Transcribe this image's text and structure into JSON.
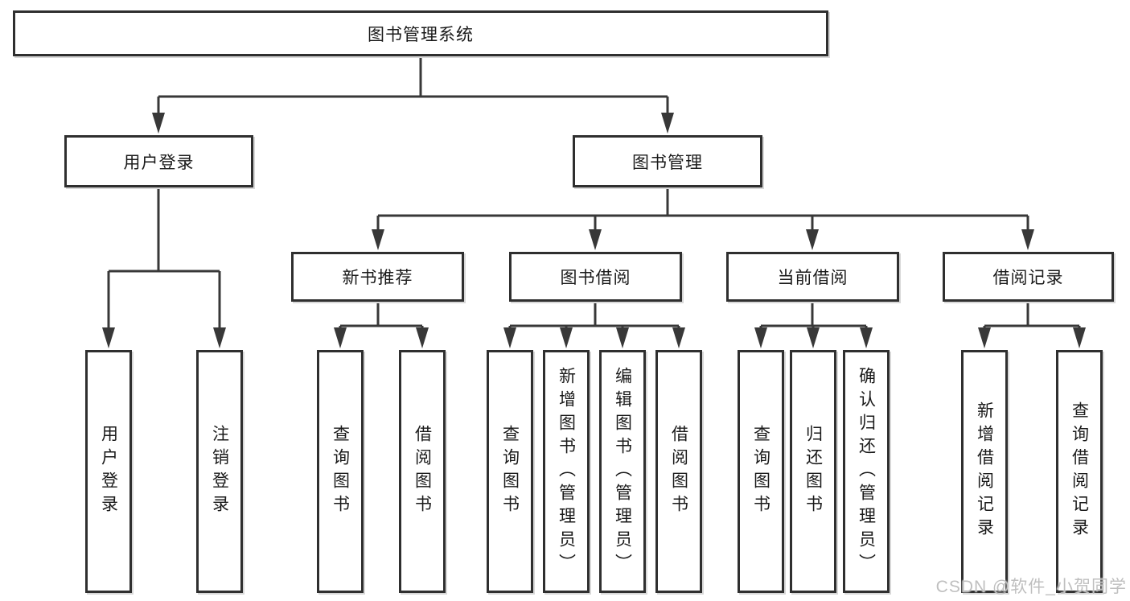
{
  "diagram": {
    "title": "图书管理系统",
    "root": {
      "label": "图书管理系统"
    },
    "level2": [
      {
        "label": "用户登录"
      },
      {
        "label": "图书管理"
      }
    ],
    "level3": [
      {
        "label": "新书推荐"
      },
      {
        "label": "图书借阅"
      },
      {
        "label": "当前借阅"
      },
      {
        "label": "借阅记录"
      }
    ],
    "leaves": [
      {
        "group": "用户登录",
        "label": "用户登录"
      },
      {
        "group": "用户登录",
        "label": "注销登录"
      },
      {
        "group": "新书推荐",
        "label": "查询图书"
      },
      {
        "group": "新书推荐",
        "label": "借阅图书"
      },
      {
        "group": "图书借阅",
        "label": "查询图书"
      },
      {
        "group": "图书借阅",
        "label": "新增图书（管理员）"
      },
      {
        "group": "图书借阅",
        "label": "编辑图书（管理员）"
      },
      {
        "group": "图书借阅",
        "label": "借阅图书"
      },
      {
        "group": "当前借阅",
        "label": "查询图书"
      },
      {
        "group": "当前借阅",
        "label": "归还图书"
      },
      {
        "group": "当前借阅",
        "label": "确认归还（管理员）"
      },
      {
        "group": "借阅记录",
        "label": "新增借阅记录"
      },
      {
        "group": "借阅记录",
        "label": "查询借阅记录"
      }
    ],
    "colors": {
      "line": "#383838",
      "border": "#2f2f2f",
      "text": "#1a1a1a",
      "watermark": "#bfbfbf",
      "background": "#ffffff"
    }
  },
  "watermark": {
    "text": "CSDN @软件_小贺同学"
  }
}
